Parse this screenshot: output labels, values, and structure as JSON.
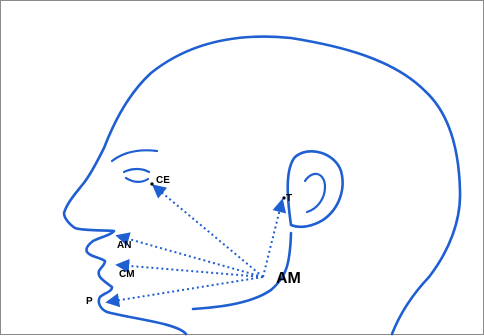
{
  "diagram": {
    "outline_color": "#1f5fd1",
    "arrow_color": "#1f5fd1",
    "hub_label": "AM",
    "points": [
      {
        "label": "CE"
      },
      {
        "label": "T"
      },
      {
        "label": "AN"
      },
      {
        "label": "CM"
      },
      {
        "label": "P"
      }
    ]
  }
}
